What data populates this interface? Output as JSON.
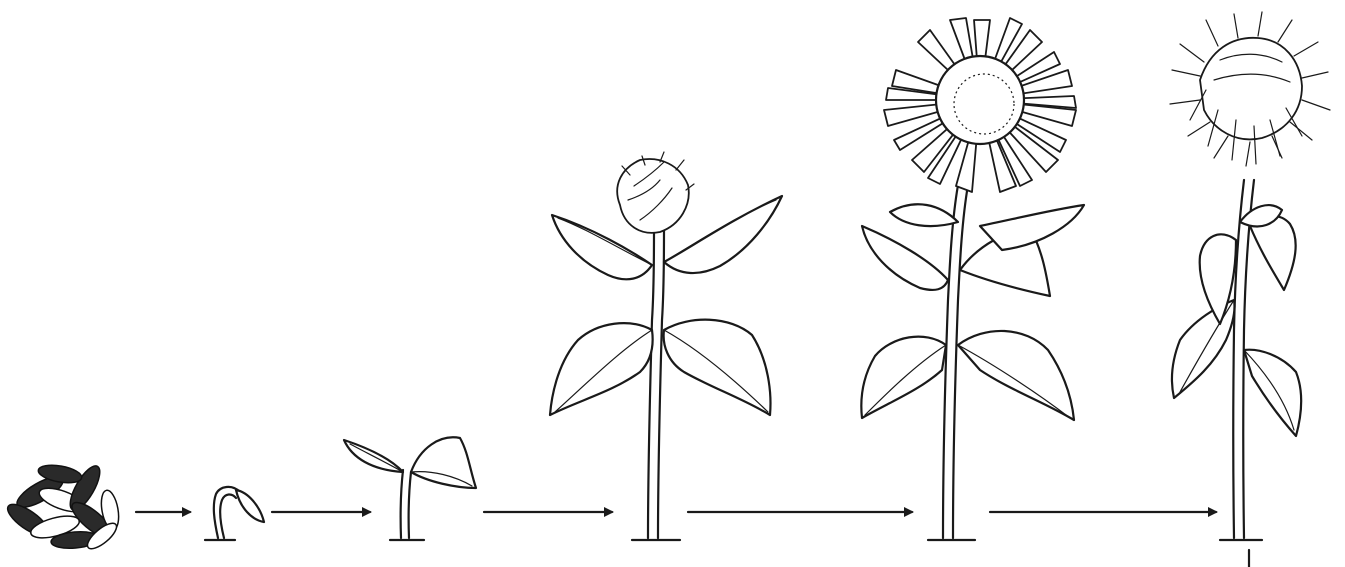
{
  "stages": [
    {
      "id": "seeds"
    },
    {
      "id": "germination"
    },
    {
      "id": "seedling"
    },
    {
      "id": "bud"
    },
    {
      "id": "flowering"
    },
    {
      "id": "wilting"
    }
  ],
  "colors": {
    "line": "#1a1a1a",
    "background": "#ffffff"
  }
}
